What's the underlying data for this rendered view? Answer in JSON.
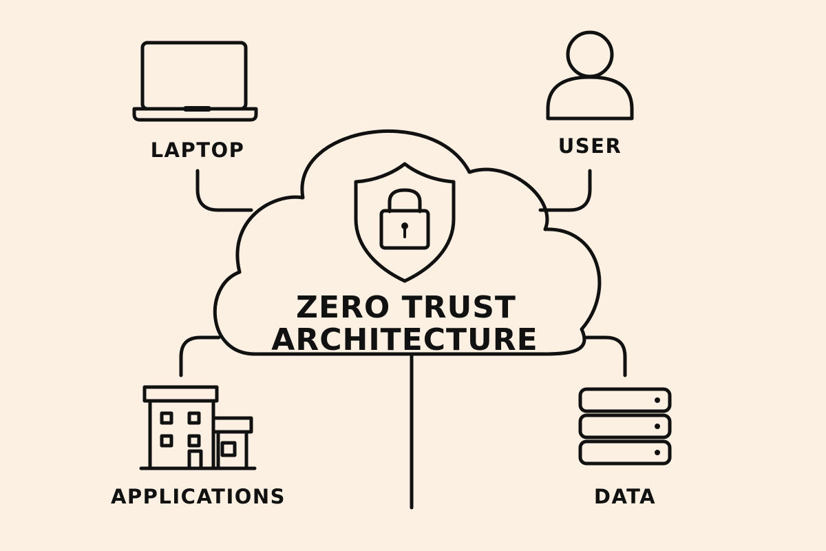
{
  "diagram": {
    "title_line1": "ZERO TRUST",
    "title_line2": "ARCHITECTURE",
    "center_icon": "shield-lock-icon",
    "nodes": {
      "laptop": {
        "label": "LAPTOP",
        "icon": "laptop-icon"
      },
      "user": {
        "label": "USER",
        "icon": "user-icon"
      },
      "applications": {
        "label": "APPLICATIONS",
        "icon": "building-icon"
      },
      "data": {
        "label": "DATA",
        "icon": "database-server-icon"
      }
    }
  },
  "colors": {
    "background": "#fcf0e3",
    "stroke": "#111111"
  }
}
